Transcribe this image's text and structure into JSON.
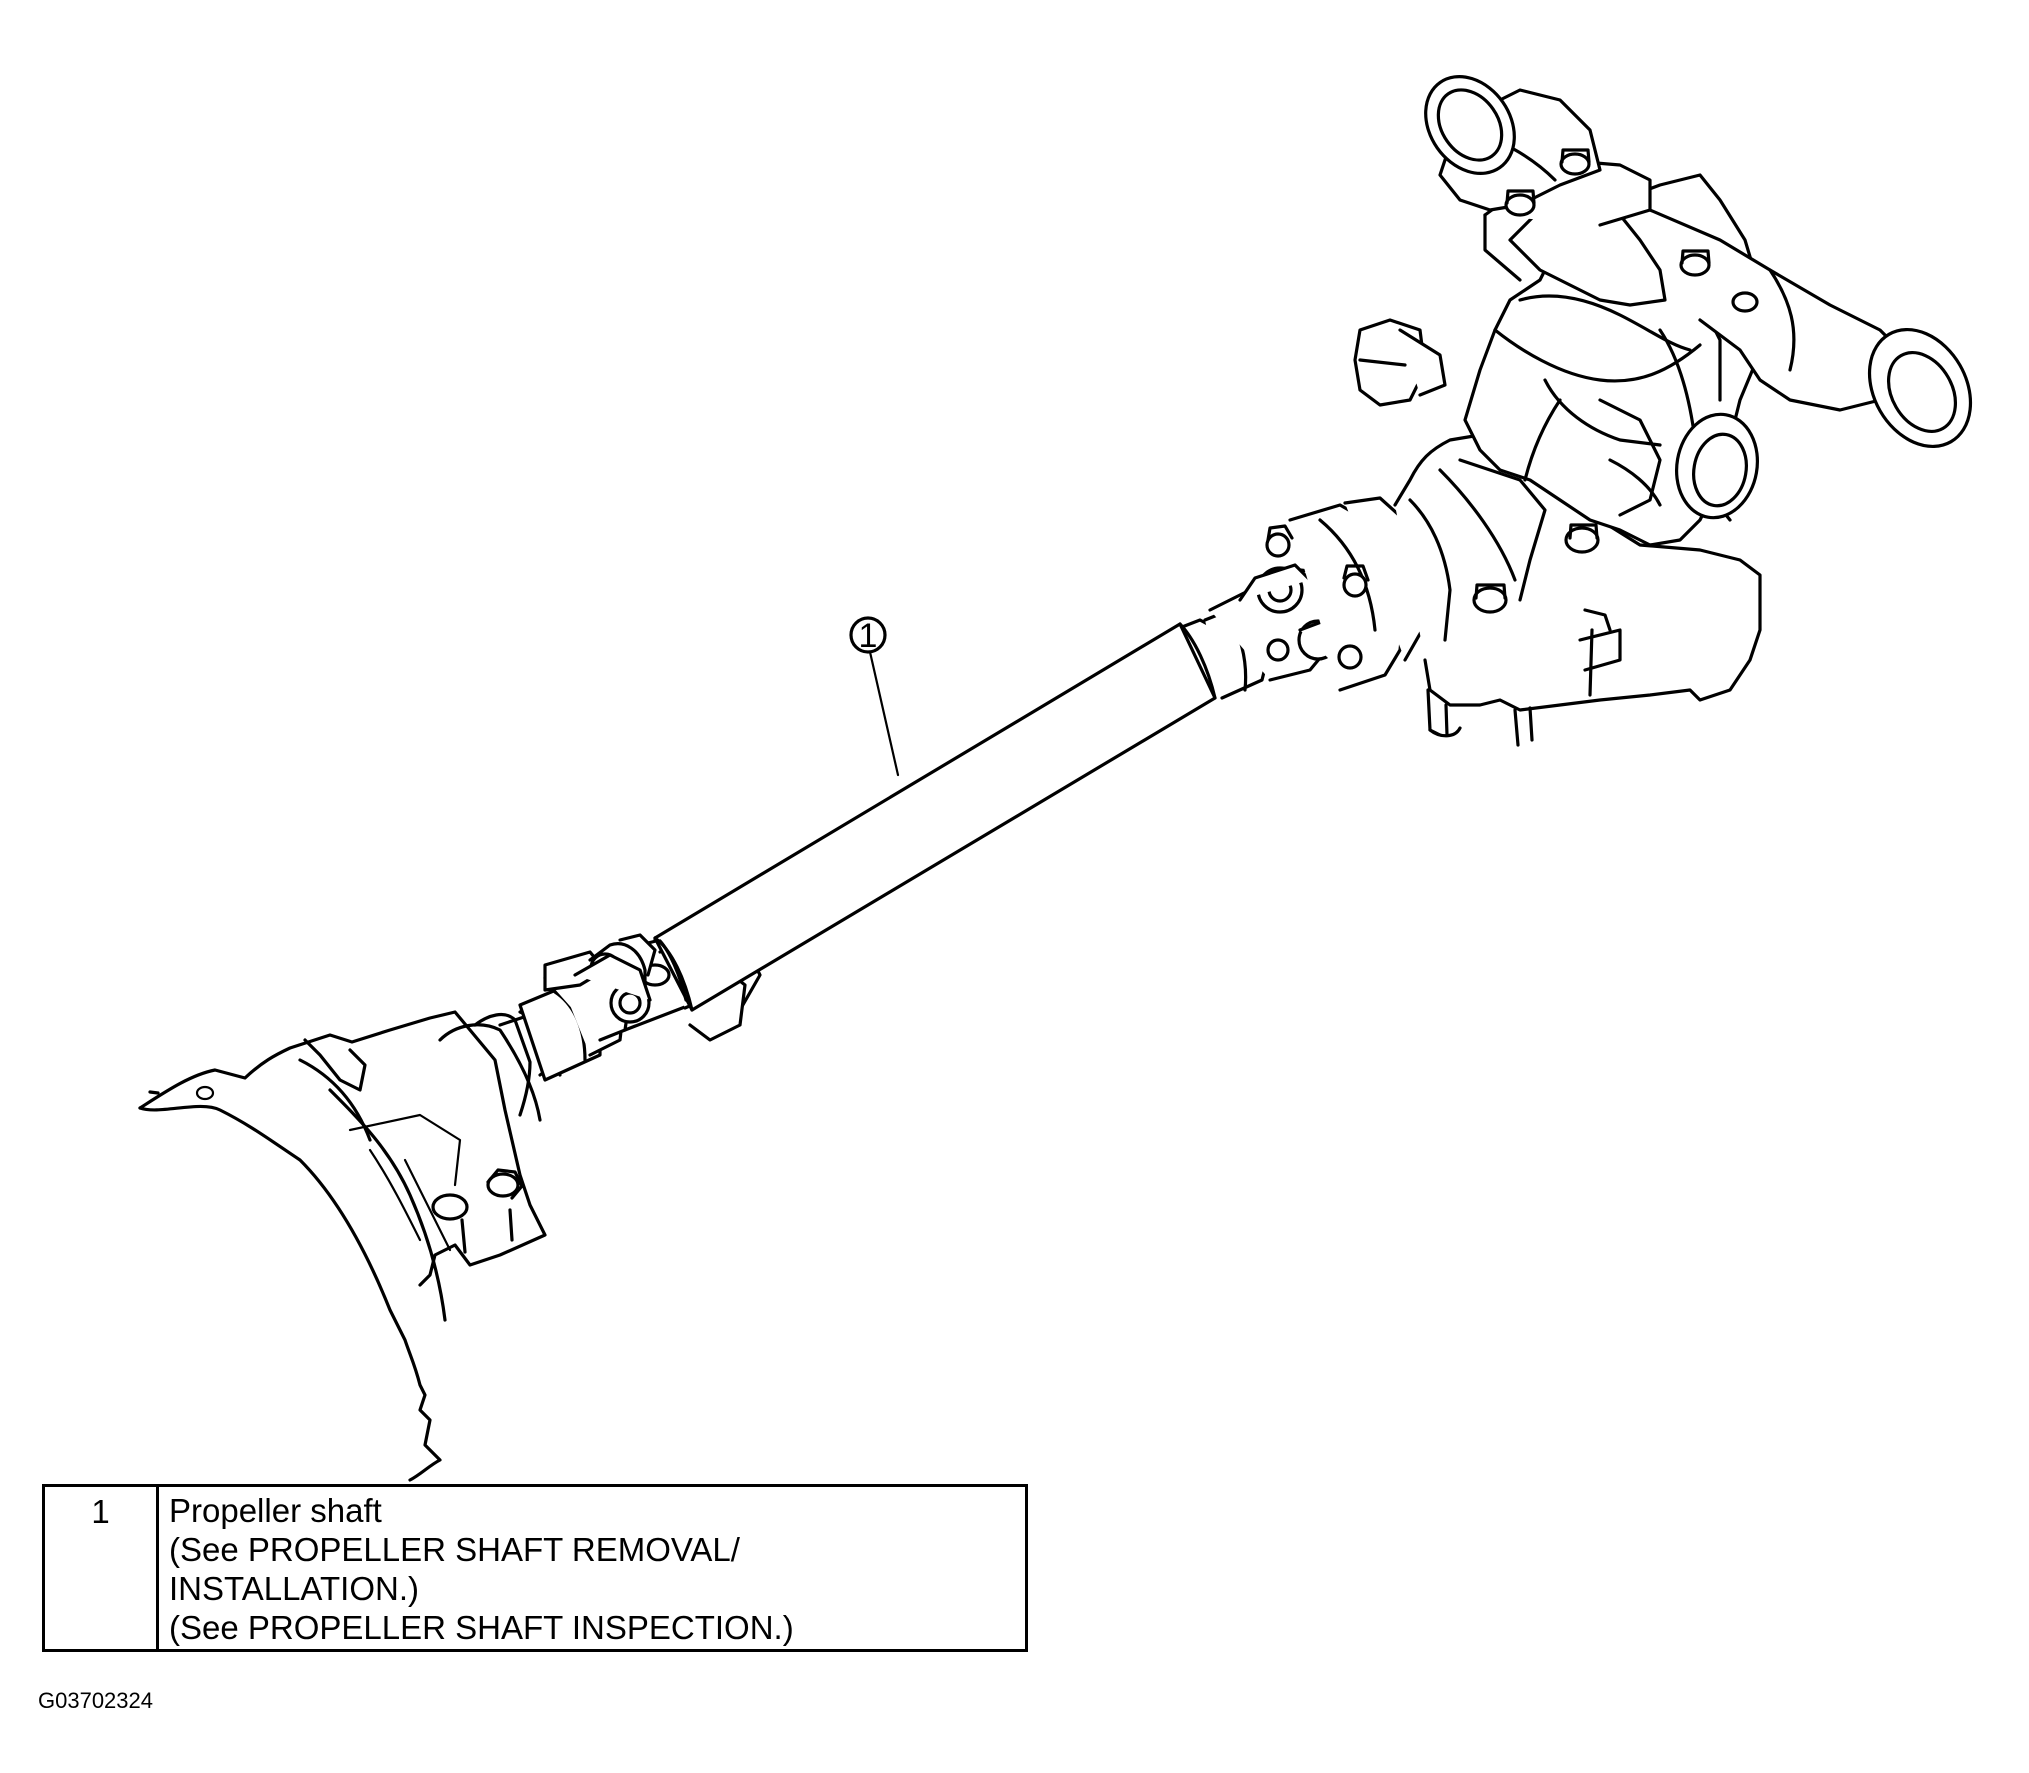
{
  "callout": {
    "number": "1"
  },
  "legend": {
    "rows": [
      {
        "number": "1",
        "lines": [
          "Propeller shaft",
          "(See PROPELLER SHAFT REMOVAL/",
          "INSTALLATION.)",
          "(See PROPELLER SHAFT INSPECTION.)"
        ]
      }
    ]
  },
  "figure_code": "G03702324",
  "colors": {
    "line": "#000000",
    "background": "#ffffff"
  }
}
